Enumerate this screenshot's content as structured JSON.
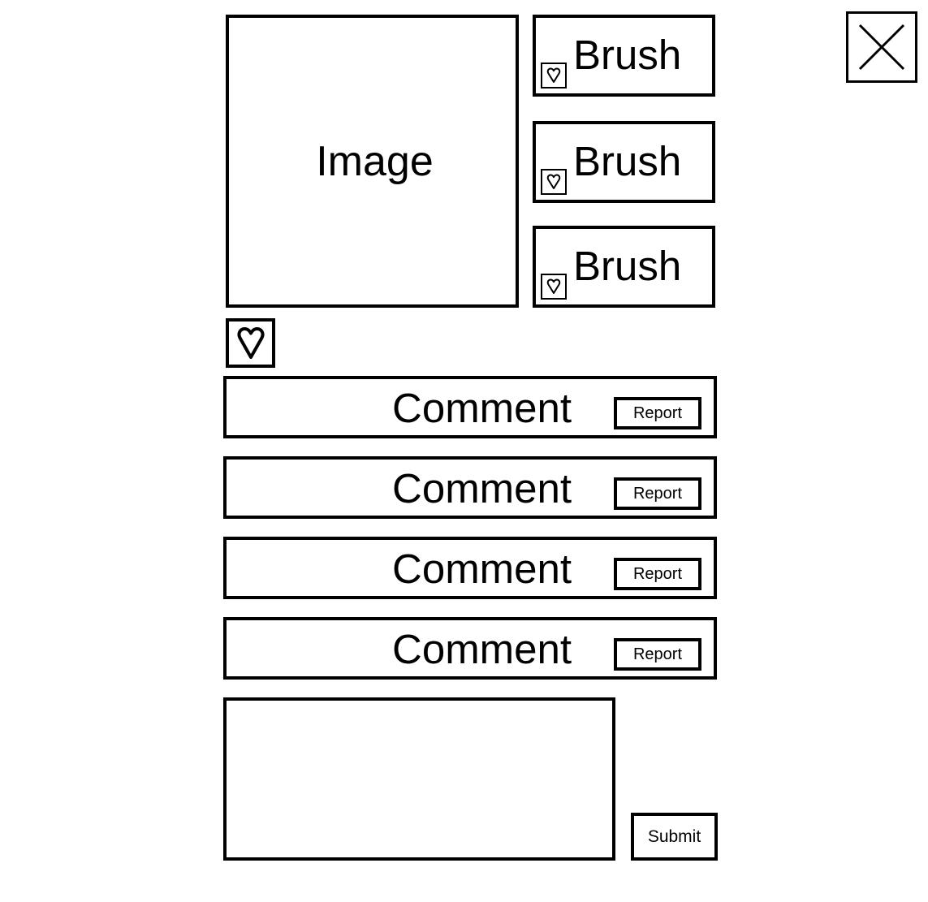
{
  "close": {
    "icon": "close-icon"
  },
  "image": {
    "label": "Image"
  },
  "brushes": [
    {
      "label": "Brush",
      "icon": "heart-icon"
    },
    {
      "label": "Brush",
      "icon": "heart-icon"
    },
    {
      "label": "Brush",
      "icon": "heart-icon"
    }
  ],
  "like": {
    "icon": "heart-icon"
  },
  "comments": [
    {
      "text": "Comment",
      "report_label": "Report"
    },
    {
      "text": "Comment",
      "report_label": "Report"
    },
    {
      "text": "Comment",
      "report_label": "Report"
    },
    {
      "text": "Comment",
      "report_label": "Report"
    }
  ],
  "comment_input": {
    "value": "",
    "placeholder": ""
  },
  "submit": {
    "label": "Submit"
  }
}
